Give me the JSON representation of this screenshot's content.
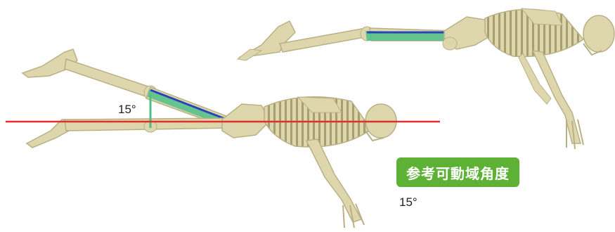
{
  "figure": {
    "angle_label": "15°",
    "reference_badge": "参考可動域角度",
    "reference_value": "15°"
  },
  "colors": {
    "bone": "#ded7ad",
    "bone_shadow": "#b9b184",
    "reference_line": "#e0302a",
    "muscle_line": "#2a44b8",
    "muscle_fill": "#4fbf8a",
    "badge_bg": "#5db236"
  }
}
